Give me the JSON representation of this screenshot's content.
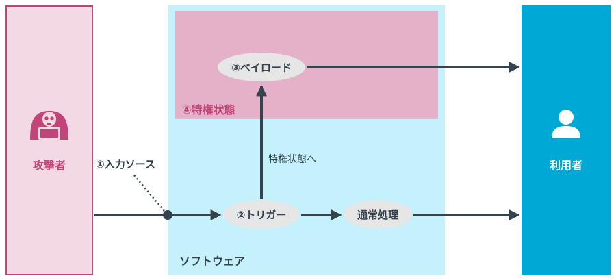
{
  "attacker": {
    "label": "攻撃者",
    "icon": "hacker-icon"
  },
  "user": {
    "label": "利用者",
    "icon": "user-icon"
  },
  "software": {
    "label": "ソフトウェア"
  },
  "privileged_state": {
    "label": "④特権状態"
  },
  "input_source": {
    "label": "①入力ソース"
  },
  "nodes": {
    "trigger": "②トリガー",
    "payload": "③ペイロード",
    "normal": "通常処理"
  },
  "edges": {
    "to_privileged": "特権状態へ"
  },
  "colors": {
    "attacker_fill": "#f3d9e3",
    "attacker_accent": "#c2457a",
    "software_fill": "#c4f1fb",
    "privileged_fill": "#e5b1c9",
    "user_fill": "#00a8d6",
    "node_fill": "#e6e6e6",
    "arrow": "#35434f"
  }
}
